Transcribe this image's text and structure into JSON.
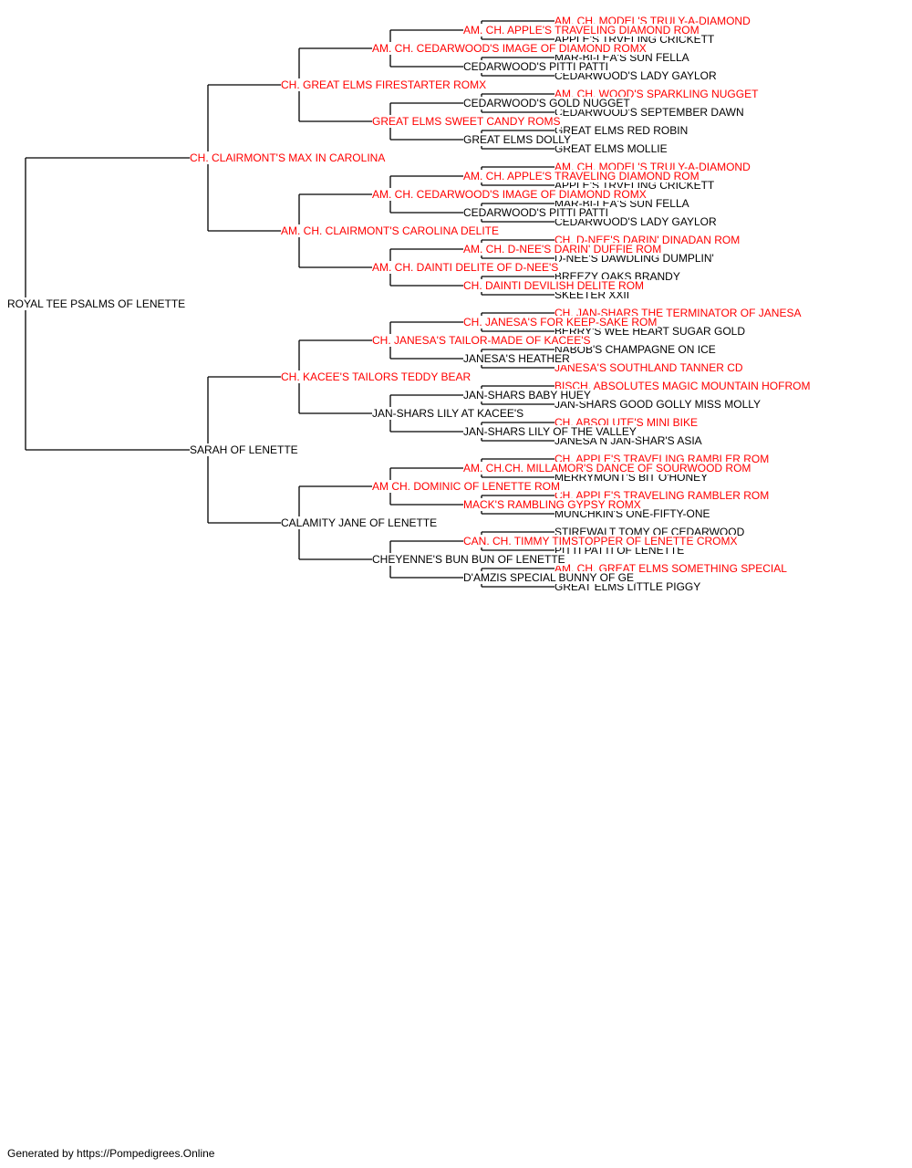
{
  "pedigree": {
    "subject": "ROYAL TEE PSALMS OF LENETTE",
    "colors": {
      "champion": "#ff0000",
      "normal": "#000000",
      "lines": "#000000"
    },
    "sire": {
      "name": "CH. CLAIRMONT'S MAX IN CAROLINA",
      "champion": true,
      "sire": {
        "name": "CH. GREAT ELMS FIRESTARTER ROMX",
        "champion": true,
        "sire": {
          "name": "AM. CH. CEDARWOOD'S IMAGE OF DIAMOND ROMX",
          "champion": true,
          "sire": {
            "name": "AM. CH. APPLE'S TRAVELING DIAMOND ROM",
            "champion": true,
            "sire": {
              "name": "AM. CH. MODEL'S TRULY-A-DIAMOND",
              "champion": true
            },
            "dam": {
              "name": "APPLE'S TRVELING CRICKETT",
              "champion": false
            }
          },
          "dam": {
            "name": "CEDARWOOD'S PITTI PATTI",
            "champion": false,
            "sire": {
              "name": "MAR-BI-LEA'S SUN FELLA",
              "champion": false
            },
            "dam": {
              "name": "CEDARWOOD'S LADY GAYLOR",
              "champion": false
            }
          }
        },
        "dam": {
          "name": "GREAT ELMS SWEET CANDY ROMS",
          "champion": true,
          "sire": {
            "name": "CEDARWOOD'S GOLD NUGGET",
            "champion": false,
            "sire": {
              "name": "AM. CH. WOOD'S SPARKLING NUGGET",
              "champion": true
            },
            "dam": {
              "name": "CEDARWOOD'S SEPTEMBER DAWN",
              "champion": false
            }
          },
          "dam": {
            "name": "GREAT ELMS DOLLY",
            "champion": false,
            "sire": {
              "name": "GREAT ELMS RED ROBIN",
              "champion": false
            },
            "dam": {
              "name": "GREAT ELMS MOLLIE",
              "champion": false
            }
          }
        }
      },
      "dam": {
        "name": "AM. CH. CLAIRMONT'S CAROLINA DELITE",
        "champion": true,
        "sire": {
          "name": "AM. CH. CEDARWOOD'S IMAGE OF DIAMOND ROMX",
          "champion": true,
          "sire": {
            "name": "AM. CH. APPLE'S TRAVELING DIAMOND ROM",
            "champion": true,
            "sire": {
              "name": "AM. CH. MODEL'S TRULY-A-DIAMOND",
              "champion": true
            },
            "dam": {
              "name": "APPLE'S TRVELING CRICKETT",
              "champion": false
            }
          },
          "dam": {
            "name": "CEDARWOOD'S PITTI PATTI",
            "champion": false,
            "sire": {
              "name": "MAR-BI-LEA'S SUN FELLA",
              "champion": false
            },
            "dam": {
              "name": "CEDARWOOD'S LADY GAYLOR",
              "champion": false
            }
          }
        },
        "dam": {
          "name": "AM. CH. DAINTI DELITE OF D-NEE'S",
          "champion": true,
          "sire": {
            "name": "AM. CH. D-NEE'S DARIN' DUFFIE ROM",
            "champion": true,
            "sire": {
              "name": "CH. D-NEE'S DARIN' DINADAN ROM",
              "champion": true
            },
            "dam": {
              "name": "D-NEE'S DAWDLING DUMPLIN'",
              "champion": false
            }
          },
          "dam": {
            "name": "CH. DAINTI DEVILISH DELITE ROM",
            "champion": true,
            "sire": {
              "name": "BREEZY OAKS BRANDY",
              "champion": false
            },
            "dam": {
              "name": "SKEETER XXII",
              "champion": false
            }
          }
        }
      }
    },
    "dam": {
      "name": "SARAH OF LENETTE",
      "champion": false,
      "sire": {
        "name": "CH. KACEE'S TAILORS TEDDY BEAR",
        "champion": true,
        "sire": {
          "name": "CH. JANESA'S TAILOR-MADE OF KACEE'S",
          "champion": true,
          "sire": {
            "name": "CH. JANESA'S FOR KEEP-SAKE ROM",
            "champion": true,
            "sire": {
              "name": "CH. JAN-SHARS THE TERMINATOR OF JANESA",
              "champion": true
            },
            "dam": {
              "name": "BERRY'S WEE HEART SUGAR GOLD",
              "champion": false
            }
          },
          "dam": {
            "name": "JANESA'S HEATHER",
            "champion": false,
            "sire": {
              "name": "NABOB'S CHAMPAGNE ON ICE",
              "champion": false
            },
            "dam": {
              "name": "JANESA'S SOUTHLAND TANNER CD",
              "champion": true
            }
          }
        },
        "dam": {
          "name": "JAN-SHARS LILY AT KACEE'S",
          "champion": false,
          "sire": {
            "name": "JAN-SHARS BABY HUEY",
            "champion": false,
            "sire": {
              "name": "BISCH. ABSOLUTES MAGIC MOUNTAIN HOFROM",
              "champion": true
            },
            "dam": {
              "name": "JAN-SHARS GOOD GOLLY MISS MOLLY",
              "champion": false
            }
          },
          "dam": {
            "name": "JAN-SHARS LILY OF THE VALLEY",
            "champion": false,
            "sire": {
              "name": "CH. ABSOLUTE'S MINI BIKE",
              "champion": true
            },
            "dam": {
              "name": "JANESA N JAN-SHAR'S ASIA",
              "champion": false
            }
          }
        }
      },
      "dam": {
        "name": "CALAMITY JANE OF LENETTE",
        "champion": false,
        "sire": {
          "name": "AM CH. DOMINIC OF LENETTE ROM",
          "champion": true,
          "sire": {
            "name": "AM. CH.CH. MILLAMOR'S DANCE OF SOURWOOD ROM",
            "champion": true,
            "sire": {
              "name": "CH. APPLE'S TRAVELING RAMBLER ROM",
              "champion": true
            },
            "dam": {
              "name": "MERRYMONT'S BIT O'HONEY",
              "champion": false
            }
          },
          "dam": {
            "name": "MACK'S RAMBLING GYPSY ROMX",
            "champion": true,
            "sire": {
              "name": "CH. APPLE'S TRAVELING RAMBLER ROM",
              "champion": true
            },
            "dam": {
              "name": "MUNCHKIN'S ONE-FIFTY-ONE",
              "champion": false
            }
          }
        },
        "dam": {
          "name": "CHEYENNE'S BUN BUN OF LENETTE",
          "champion": false,
          "sire": {
            "name": "CAN. CH. TIMMY TIMSTOPPER OF LENETTE CROMX",
            "champion": true,
            "sire": {
              "name": "STIREWALT TOMY OF CEDARWOOD",
              "champion": false
            },
            "dam": {
              "name": "PITTI PATTI OF LENETTE",
              "champion": false
            }
          },
          "dam": {
            "name": "D'AMZIS SPECIAL BUNNY OF GE",
            "champion": false,
            "sire": {
              "name": "AM. CH. GREAT ELMS SOMETHING SPECIAL",
              "champion": true
            },
            "dam": {
              "name": "GREAT ELMS LITTLE PIGGY",
              "champion": false
            }
          }
        }
      }
    }
  },
  "footer": "Generated by https://Pompedigrees.Online"
}
